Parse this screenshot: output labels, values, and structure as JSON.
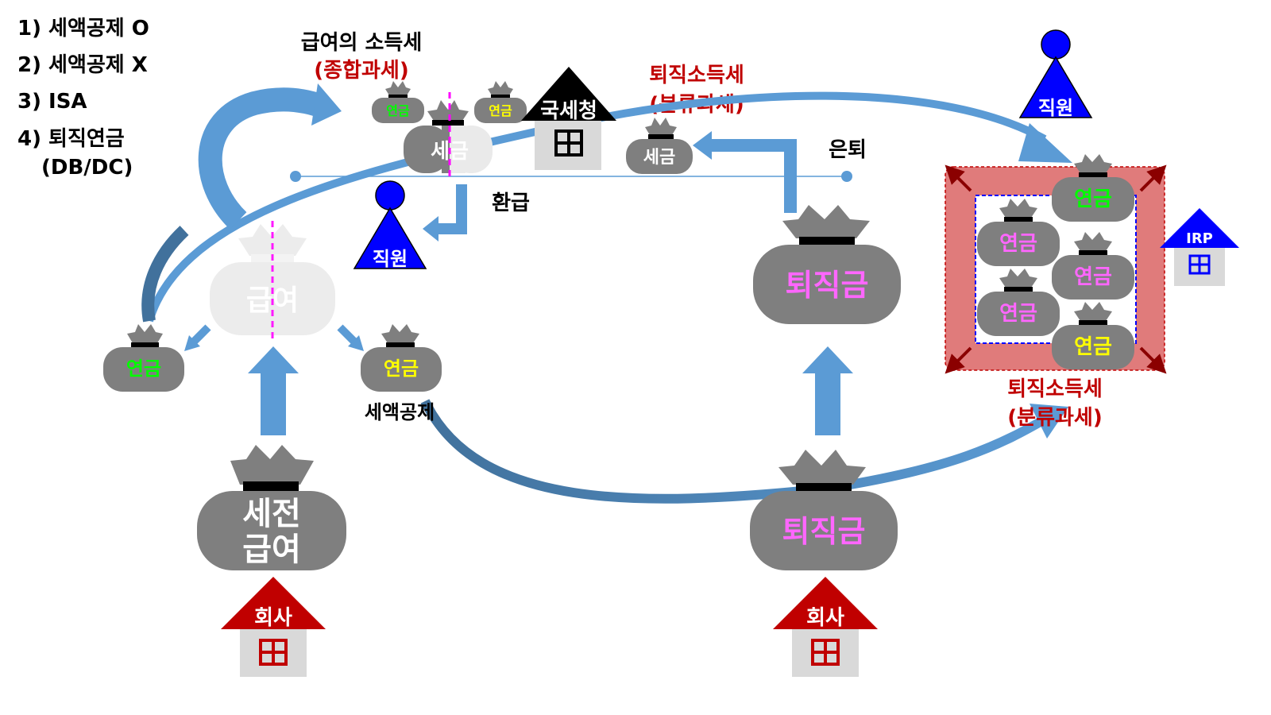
{
  "legend": {
    "item1": "1) 세액공제 O",
    "item2": "2) 세액공제 X",
    "item3": "3) ISA",
    "item4_line1": "4) 퇴직연금",
    "item4_line2": "(DB/DC)"
  },
  "labels": {
    "salary_income_tax": "급여의 소득세",
    "comprehensive_tax": "(종합과세)",
    "retirement_income_tax": "퇴직소득세",
    "separate_tax": "(분류과세)",
    "retirement_income_tax_2": "퇴직소득세",
    "separate_tax_2": "(분류과세)",
    "refund": "환급",
    "retire": "은퇴",
    "tax_credit": "세액공제",
    "nts": "국세청",
    "irp": "IRP",
    "company": "회사",
    "employee": "직원"
  },
  "bags": {
    "pretax_salary_line1": "세전",
    "pretax_salary_line2": "급여",
    "salary": "급여",
    "pension": "연금",
    "tax": "세금",
    "severance": "퇴직금"
  },
  "colors": {
    "bag_gray": "#7f7f7f",
    "pension_green": "#00ff00",
    "pension_yellow": "#ffff00",
    "pension_pink": "#ff66ff",
    "tax_red": "#c00000",
    "employee_blue": "#0000ff",
    "house_red": "#c00000",
    "house_black": "#000000",
    "house_blue": "#0000ff",
    "arrow_blue": "#5b9bd5",
    "irp_box": "#e07b7b",
    "marker_magenta": "#ff00ff"
  }
}
